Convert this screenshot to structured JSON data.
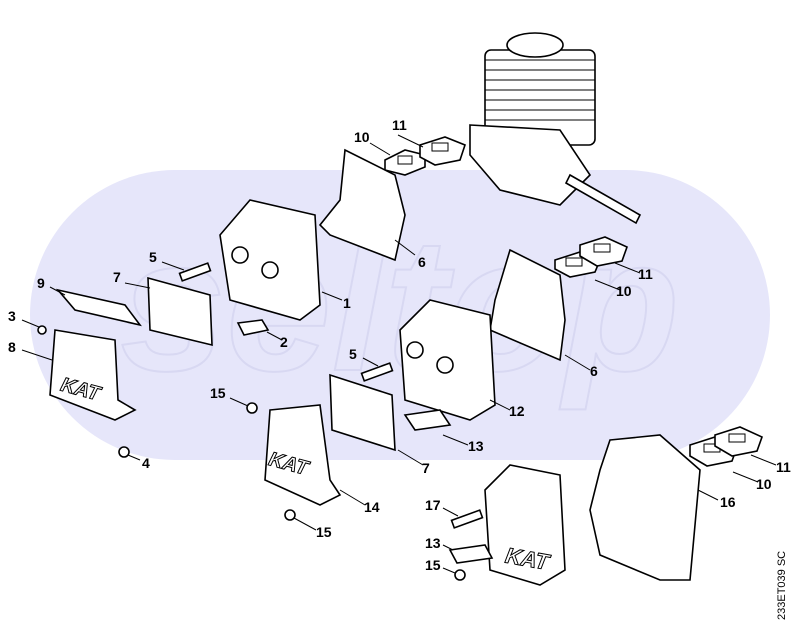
{
  "diagram": {
    "watermark": "seltop",
    "drawing_code": "233ET039 SC",
    "kat_marking": "KAT",
    "colors": {
      "watermark": "#e6e6fa",
      "lines": "#000000"
    },
    "callouts": [
      "11",
      "10",
      "6",
      "1",
      "5",
      "7",
      "9",
      "3",
      "8",
      "2",
      "4",
      "11",
      "10",
      "5",
      "6",
      "12",
      "15",
      "13",
      "7",
      "14",
      "15",
      "17",
      "13",
      "15",
      "11",
      "10",
      "16"
    ]
  }
}
